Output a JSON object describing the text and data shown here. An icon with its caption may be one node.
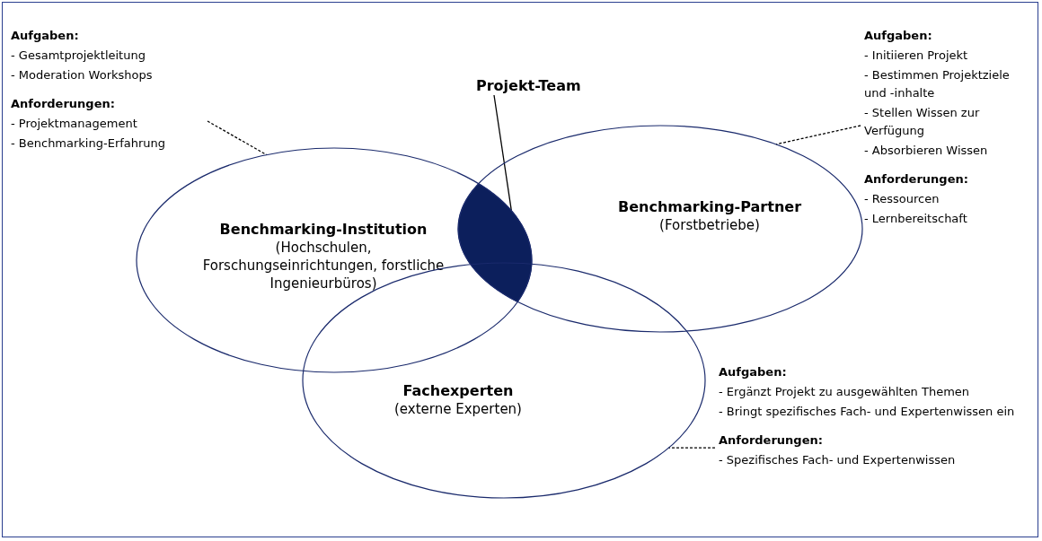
{
  "diagram": {
    "nodes": [
      {
        "text": [
          "Aufgaben:",
          "- Gesamtprojektleitung",
          "- Moderation Workshops",
          "Anforderungen:",
          "- Projektmanagement",
          "- Benchmarking-Erfahrung"
        ]
      },
      {
        "text": [
          "Projekt-Team"
        ]
      },
      {
        "text": [
          "Aufgaben:",
          "- Initiieren Projekt",
          "- Bestimmen Projektziele und -inhalte",
          "- Stellen Wissen zur Verfügung",
          "- Absorbieren Wissen",
          "Anforderungen:",
          "- Ressourcen",
          "- Lernbereitschaft"
        ]
      },
      {
        "text": [
          "Benchmarking-Institution",
          "(Hochschulen, Forschungseinrichtungen, forstliche Ingenieurbüros)"
        ]
      },
      {
        "text": [],
        "shape": "lens"
      },
      {
        "text": [
          "Benchmarking-Partner",
          "(Forstbetriebe)"
        ]
      },
      {
        "text": [
          "Fachexperten",
          "(externe Experten)"
        ]
      },
      {
        "text": [
          "Aufgaben:",
          "- Ergänzt Projekt zu ausgewählten Themen",
          "- Bringt spezifisches Fach- und Expertenwissen ein",
          "Anforderungen:",
          "- Spezifisches Fach- und Expertenwissen"
        ]
      }
    ],
    "edges": [
      {
        "from": 0,
        "to": 3,
        "arrow": "none",
        "style": "dashed"
      },
      {
        "from": 1,
        "to": 4,
        "arrow": "none"
      },
      {
        "from": 2,
        "to": 5,
        "arrow": "none",
        "style": "dashed"
      },
      {
        "from": 7,
        "to": 6,
        "arrow": "none",
        "style": "dashed"
      }
    ]
  }
}
